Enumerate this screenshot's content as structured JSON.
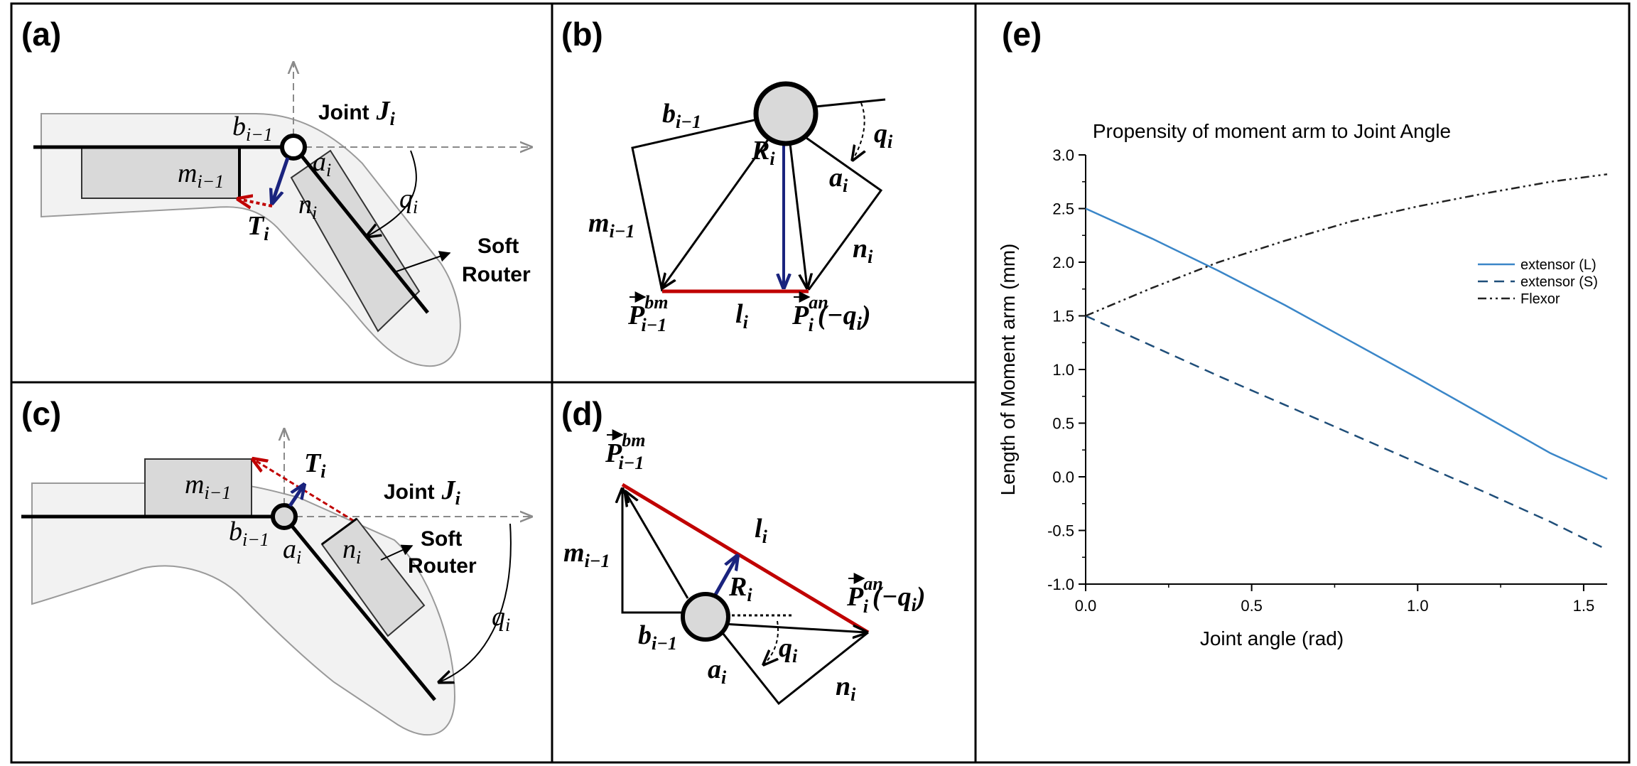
{
  "panels": {
    "a": {
      "label": "(a)",
      "joint": "Joint",
      "joint_sym": "J",
      "soft_1": "Soft",
      "soft_2": "Router"
    },
    "b": {
      "label": "(b)"
    },
    "c": {
      "label": "(c)",
      "joint": "Joint",
      "joint_sym": "J",
      "soft_1": "Soft",
      "soft_2": "Router"
    },
    "d": {
      "label": "(d)"
    },
    "e": {
      "label": "(e)"
    }
  },
  "symbols": {
    "b": "b",
    "b_sub": "i−1",
    "m": "m",
    "m_sub": "i−1",
    "a": "a",
    "a_sub": "i",
    "n": "n",
    "n_sub": "i",
    "q": "q",
    "q_sub": "i",
    "T": "T",
    "T_sub": "i",
    "R": "R",
    "R_sub": "i",
    "l": "l",
    "l_sub": "i",
    "P": "P",
    "P_bm_sup": "bm",
    "P_bm_sub": "i−1",
    "P_an_sup": "an",
    "P_an_sub": "i",
    "neg_q": "(−q",
    "close_paren": ")"
  },
  "chart_data": {
    "type": "line",
    "title": "Propensity of moment arm to Joint Angle",
    "xlabel": "Joint angle (rad)",
    "ylabel": "Length of Moment arm (mm)",
    "xlim": [
      0,
      1.5708
    ],
    "ylim": [
      -1.0,
      3.0
    ],
    "xticks": [
      "0.0",
      "0.5",
      "1.0",
      "1.5"
    ],
    "yticks": [
      "-1.0",
      "-0.5",
      "0.0",
      "0.5",
      "1.0",
      "1.5",
      "2.0",
      "2.5",
      "3.0"
    ],
    "grid": false,
    "legend_position": "right",
    "series": [
      {
        "name": "extensor (L)",
        "style": "solid",
        "color": "#3a86c8",
        "x": [
          0,
          0.2,
          0.4,
          0.6,
          0.8,
          1.0,
          1.2,
          1.4,
          1.5708
        ],
        "y": [
          2.5,
          2.22,
          1.92,
          1.6,
          1.26,
          0.92,
          0.57,
          0.22,
          -0.02
        ]
      },
      {
        "name": "extensor (S)",
        "style": "dashed",
        "color": "#1f4e79",
        "x": [
          0,
          0.2,
          0.4,
          0.6,
          0.8,
          1.0,
          1.2,
          1.4,
          1.5708
        ],
        "y": [
          1.5,
          1.22,
          0.94,
          0.67,
          0.4,
          0.13,
          -0.14,
          -0.42,
          -0.68
        ]
      },
      {
        "name": "Flexor",
        "style": "dashdotdot",
        "color": "#222222",
        "x": [
          0,
          0.2,
          0.4,
          0.6,
          0.8,
          1.0,
          1.2,
          1.4,
          1.5708
        ],
        "y": [
          1.5,
          1.76,
          2.0,
          2.2,
          2.38,
          2.52,
          2.64,
          2.75,
          2.82
        ]
      }
    ]
  }
}
